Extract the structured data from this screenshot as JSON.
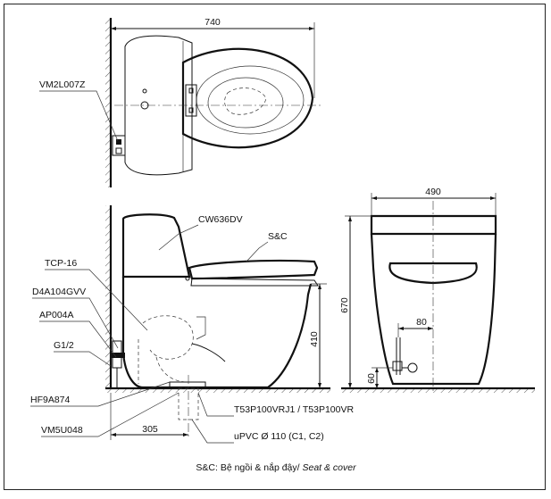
{
  "dimensions": {
    "top_width": "740",
    "front_width": "490",
    "front_height": "670",
    "side_height": "410",
    "bottom_offset": "305",
    "supply_offset": "80",
    "supply_height": "60"
  },
  "labels": {
    "vm2l007z": "VM2L007Z",
    "cw636dv": "CW636DV",
    "sc": "S&C",
    "tcp16": "TCP-16",
    "d4a104gvv": "D4A104GVV",
    "ap004a": "AP004A",
    "g12": "G1/2",
    "hf9a874": "HF9A874",
    "vm5u048": "VM5U048",
    "t53p100": "T53P100VRJ1 / T53P100VR",
    "upvc": "uPVC Ø 110 (C1, C2)"
  },
  "caption": {
    "main": "S&C: Bệ ngồi & nắp đậy/",
    "italic": " Seat & cover"
  }
}
